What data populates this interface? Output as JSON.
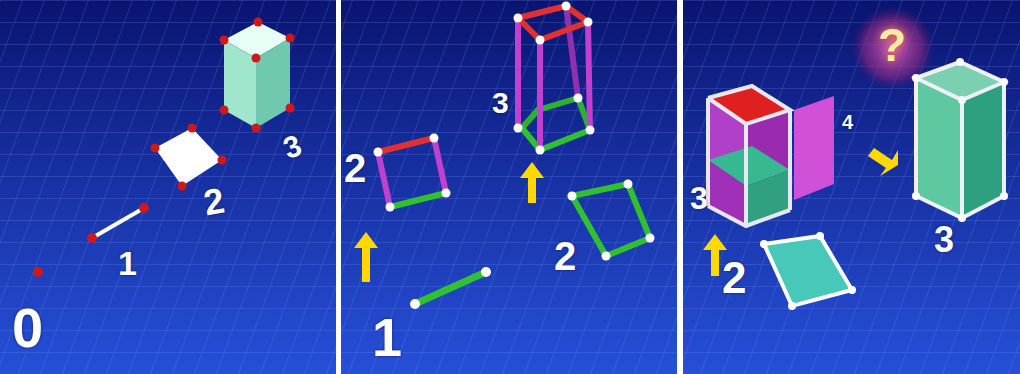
{
  "diagram": {
    "labels": [
      "0",
      "1",
      "2",
      "3",
      "2",
      "3",
      "2",
      "1",
      "?",
      "4",
      "3",
      "3",
      "2"
    ]
  }
}
